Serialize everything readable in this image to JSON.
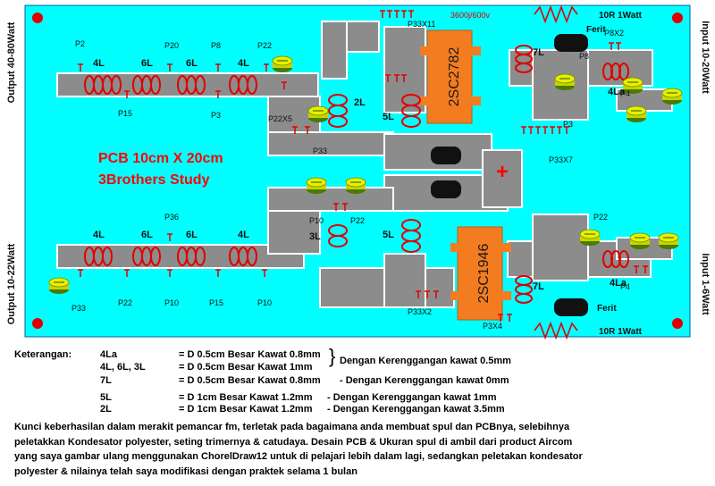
{
  "labels": {
    "out_top": "Output 40-80Watt",
    "out_bottom": "Output 10-22Watt",
    "in_top": "Input 10-20Watt",
    "in_bottom": "Input 1-6Watt",
    "title": "PCB 10cm X 20cm",
    "subtitle": "3Brothers Study",
    "transistor_top": "2SC2782",
    "transistor_bottom": "2SC1946",
    "cap_rating": "3600j/600v",
    "res_top": "10R 1Watt",
    "res_bottom": "10R 1Watt",
    "ferrite_top": "Ferit",
    "ferrite_bottom": "Ferit",
    "plus": "+"
  },
  "coils": {
    "top_4L_a": "4L",
    "top_6L": "6L",
    "top_6L_b": "6L",
    "top_4L_b": "4L",
    "top_2L": "2L",
    "top_5L": "5L",
    "top_7L": "7L",
    "top_4La": "4La",
    "bot_4L_a": "4L",
    "bot_6L": "6L",
    "bot_6L_b": "6L",
    "bot_4L_b": "4L",
    "bot_3L": "3L",
    "bot_5L": "5L",
    "bot_7L": "7L",
    "bot_4La": "4La"
  },
  "parts": {
    "top_p2": "P2",
    "top_p20": "P20",
    "top_p8": "P8",
    "top_p22": "P22",
    "top_p15": "P15",
    "top_p3": "P3",
    "top_p22x5": "P22X5",
    "top_p33": "P33",
    "top_p33x11": "P33X11",
    "top_p8x2": "P8X2",
    "top_p8b": "P8",
    "top_p4": "P4",
    "top_p3b": "P3",
    "top_p33x7": "P33X7",
    "bot_p36": "P36",
    "bot_p10a": "P10",
    "bot_p22a": "P22",
    "bot_p33": "P33",
    "bot_p22b": "P22",
    "bot_p10b": "P10",
    "bot_p15": "P15",
    "bot_p10c": "P10",
    "bot_p22c": "P22",
    "bot_p4": "P4",
    "bot_p33x2": "P33X2",
    "bot_p3x4": "P3X4"
  },
  "legend": {
    "heading": "Keterangan:",
    "rows": [
      {
        "name": "4La",
        "spec": "= D 0.5cm Besar Kawat 0.8mm",
        "gap": ""
      },
      {
        "name": "4L, 6L, 3L",
        "spec": "= D 0.5cm Besar Kawat 1mm",
        "gap": ""
      },
      {
        "name": "7L",
        "spec": "= D 0.5cm Besar Kawat 0.8mm",
        "gap": "- Dengan Kerenggangan kawat 0mm"
      },
      {
        "name": "5L",
        "spec": "= D 1cm Besar Kawat 1.2mm",
        "gap": "- Dengan Kerenggangan kawat 1mm"
      },
      {
        "name": "2L",
        "spec": "= D 1cm Besar Kawat 1.2mm",
        "gap": "- Dengan Kerenggangan kawat 3.5mm"
      }
    ],
    "brace_note": "Dengan Kerenggangan kawat 0.5mm"
  },
  "description": [
    "Kunci keberhasilan dalam merakit pemancar fm, terletak pada bagaimana anda membuat spul dan PCBnya, selebihnya",
    "peletakkan Kondesator polyester, seting trimernya & catudaya. Desain PCB & Ukuran spul di ambil dari product Aircom",
    "yang saya gambar ulang menggunakan ChorelDraw12 untuk di pelajari lebih dalam lagi, sedangkan peletakan kondesator",
    "polyester & nilainya telah saya modifikasi dengan praktek selama 1 bulan"
  ],
  "colors": {
    "board": "#00ffff",
    "trace": "#8c8c8c",
    "copper_outline": "#ffffff",
    "transistor": "#f47c20",
    "coil": "#e00000",
    "trimmer": "#c8d400",
    "title_red": "#ff0000",
    "label_red": "#d40000"
  }
}
